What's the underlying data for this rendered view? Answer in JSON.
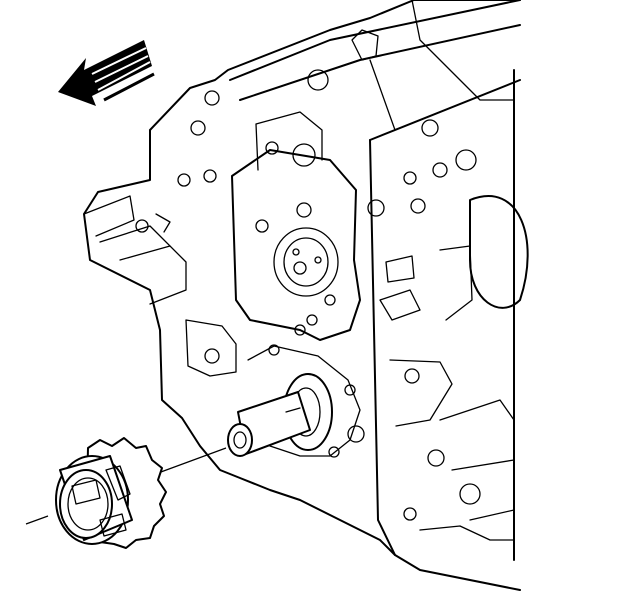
{
  "figure": {
    "kind": "exploded-view line drawing",
    "colors": {
      "ink": "#000000",
      "paper": "#ffffff"
    },
    "icons": [
      "direction-arrow-icon",
      "crankshaft-sprocket",
      "crankshaft-nose",
      "engine-block"
    ]
  }
}
